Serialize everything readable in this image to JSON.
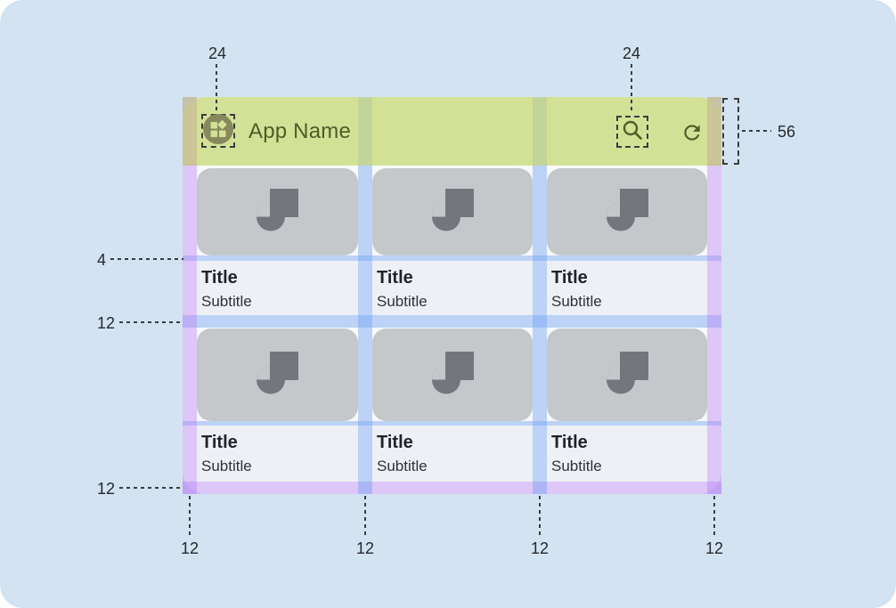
{
  "app_bar": {
    "title": "App Name",
    "icons": [
      "app-grid-icon",
      "search-icon",
      "refresh-icon"
    ]
  },
  "cards": [
    {
      "title": "Title",
      "subtitle": "Subtitle"
    },
    {
      "title": "Title",
      "subtitle": "Subtitle"
    },
    {
      "title": "Title",
      "subtitle": "Subtitle"
    },
    {
      "title": "Title",
      "subtitle": "Subtitle"
    },
    {
      "title": "Title",
      "subtitle": "Subtitle"
    },
    {
      "title": "Title",
      "subtitle": "Subtitle"
    }
  ],
  "annotations": {
    "icon_size_left": "24",
    "icon_size_right": "24",
    "appbar_height": "56",
    "title_gap": "4",
    "row_gutter": "12",
    "bottom_margin": "12",
    "column_markers": [
      "12",
      "12",
      "12",
      "12"
    ]
  },
  "colors": {
    "page_background": "#d3e3f1",
    "appbar_green": "#d3e197",
    "appbar_margin_tint": "#cac596",
    "appbar_gutter_tint": "#c3d49a",
    "margin_purple": "#dcc8f4",
    "gutter_blue": "#bcd1f7",
    "surface": "#f7f9fc",
    "card_image_gray": "#c4c8cb",
    "card_glyph_gray": "#73767c",
    "card_text_background": "#edf0f4",
    "olive_foreground": "#4f5c26",
    "app_icon_circle": "#87895c"
  }
}
